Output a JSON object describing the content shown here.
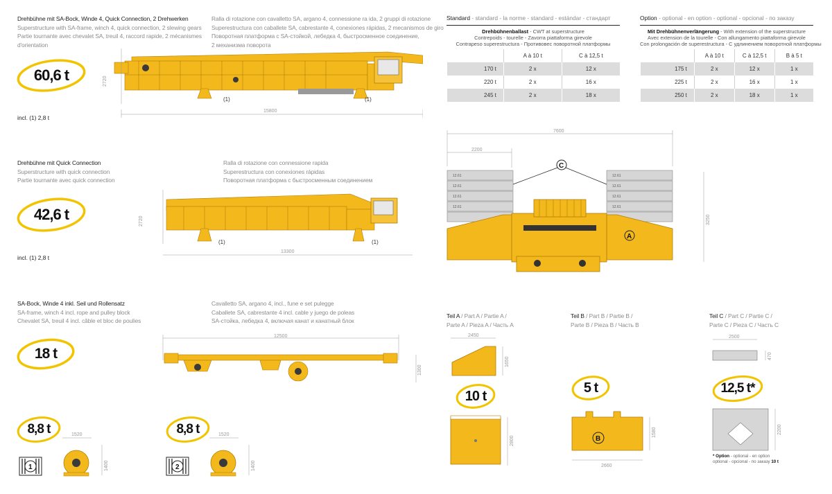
{
  "s1": {
    "lines_dark": [
      "Drehbühne mit SA-Bock, Winde 4, Quick Connection, 2 Drehwerken"
    ],
    "lines_grey": [
      "Superstructure with SA-frame, winch 4, quick connection, 2 slewing gears",
      "Partie tournante avec chevalet SA, treuil 4, raccord rapide, 2 mécanismes",
      "d'orientation"
    ],
    "lines_right": [
      "Ralla di rotazione con cavalletto SA, argano 4, connessione ra ida, 2 gruppi di rotazione",
      "Superestructura con caballete SA, cabrestante 4, conexiones rápidas, 2 mecanismos de giro",
      "Поворотная платформа с SA-стойкой, лебедка 4, быстросменное соединение,",
      "2 механизма поворота"
    ],
    "weight": "60,6 t",
    "incl": "incl. (1) 2,8 t",
    "dim_h": "2720",
    "dim_l": "15800",
    "marker": "(1)"
  },
  "s2": {
    "lines_dark": [
      "Drehbühne mit Quick Connection"
    ],
    "lines_grey": [
      "Superstructure with quick connection",
      "Partie tournante avec quick connection"
    ],
    "lines_right": [
      "Ralla di rotazione con connessione rapida",
      "Superestructura con conexiones rápidas",
      "Поворотная платформа с быстросменным соединением"
    ],
    "weight": "42,6 t",
    "incl": "incl. (1) 2,8 t",
    "dim_h": "2720",
    "dim_l": "13300",
    "marker": "(1)"
  },
  "s3": {
    "lines_dark": [
      "SA-Bock, Winde 4 inkl. Seil und Rollensatz"
    ],
    "lines_grey": [
      "SA-frame, winch 4 incl. rope and pulley block",
      "Chevalet SA, treuil 4 incl. câble et bloc de poulies"
    ],
    "lines_right": [
      "Cavalletto SA, argano 4, incl., fune e set pulegge",
      "Caballete SA, cabrestante 4 incl. cable y juego de poleas",
      "SA-стойка, лебедка 4, включая канат и канатный блок"
    ],
    "weight": "18 t",
    "dim_l": "12500",
    "dim_h": "1300"
  },
  "s4": {
    "w1": "8,8 t",
    "w2": "8,8 t",
    "n1": "1",
    "n2": "2",
    "dim_w": "1520",
    "dim_h": "1400"
  },
  "std": {
    "title_dark": "Standard",
    "title_grey": " - standard - la norme - standard - estándar - стандарт",
    "cap_dark": "Drehbühnenballast",
    "cap_grey": " - CWT at superstructure",
    "cap2": "Contrepoids - tourelle - Zavorra piattaforma girevole",
    "cap3": "Contrapeso superestructura - Противовес поворотной платформы",
    "headers": [
      "A à 10 t",
      "C à 12,5 t"
    ],
    "rows": [
      [
        "170 t",
        "2 x",
        "12 x"
      ],
      [
        "220 t",
        "2 x",
        "16 x"
      ],
      [
        "245 t",
        "2 x",
        "18 x"
      ]
    ]
  },
  "opt": {
    "title_dark": "Option",
    "title_grey": " - optional - en option - optional - opcional - по заказу",
    "cap_dark": "Mit Drehbühnenverlängerung",
    "cap_grey": " - With extension of the superstructure",
    "cap2": "Avec extension de la tourelle - Con allungamento piattaforma girevole",
    "cap3": "Con prolongación de superestructura - С удлинением поворотной платформы",
    "headers": [
      "A à 10 t",
      "C à 12,5 t",
      "B à 5 t"
    ],
    "rows": [
      [
        "175 t",
        "2 x",
        "12 x",
        "1 x"
      ],
      [
        "225 t",
        "2 x",
        "16 x",
        "1 x"
      ],
      [
        "250 t",
        "2 x",
        "18 x",
        "1 x"
      ]
    ]
  },
  "cwt": {
    "dim_w": "7600",
    "dim_side": "2200",
    "dim_h": "3250",
    "c_label": "C",
    "a_label": "A",
    "slab_label": "12.61"
  },
  "partA": {
    "title_dark": "Teil A",
    "title_grey1": " / Part A / Partie A /",
    "title_grey2": "Parte A / Pieza A / Часть А",
    "weight": "10 t",
    "dim_w": "2450",
    "dim_h": "1650",
    "dim_h2": "2800"
  },
  "partB": {
    "title_dark": "Teil B",
    "title_grey1": " / Part B / Partie B /",
    "title_grey2": "Parte B / Pieza B / Часть В",
    "weight": "5 t",
    "label": "B",
    "dim_h": "1580",
    "dim_w": "2660"
  },
  "partC": {
    "title_dark": "Teil C",
    "title_grey1": " / Part C / Partie C /",
    "title_grey2": "Parte C / Pieza C / Часть С",
    "weight": "12,5 t*",
    "dim_w": "2500",
    "dim_h": "470",
    "dim_h2": "2200",
    "foot_dark": "* Option",
    "foot_grey1": " - optional - en option",
    "foot_grey2": "optional - opcional - по заказу ",
    "foot_dark2": "10 t"
  },
  "colors": {
    "yellow": "#f2b81c",
    "yellow_dark": "#c98f08",
    "ring": "#f2c400",
    "grey": "#d8d8d8"
  }
}
